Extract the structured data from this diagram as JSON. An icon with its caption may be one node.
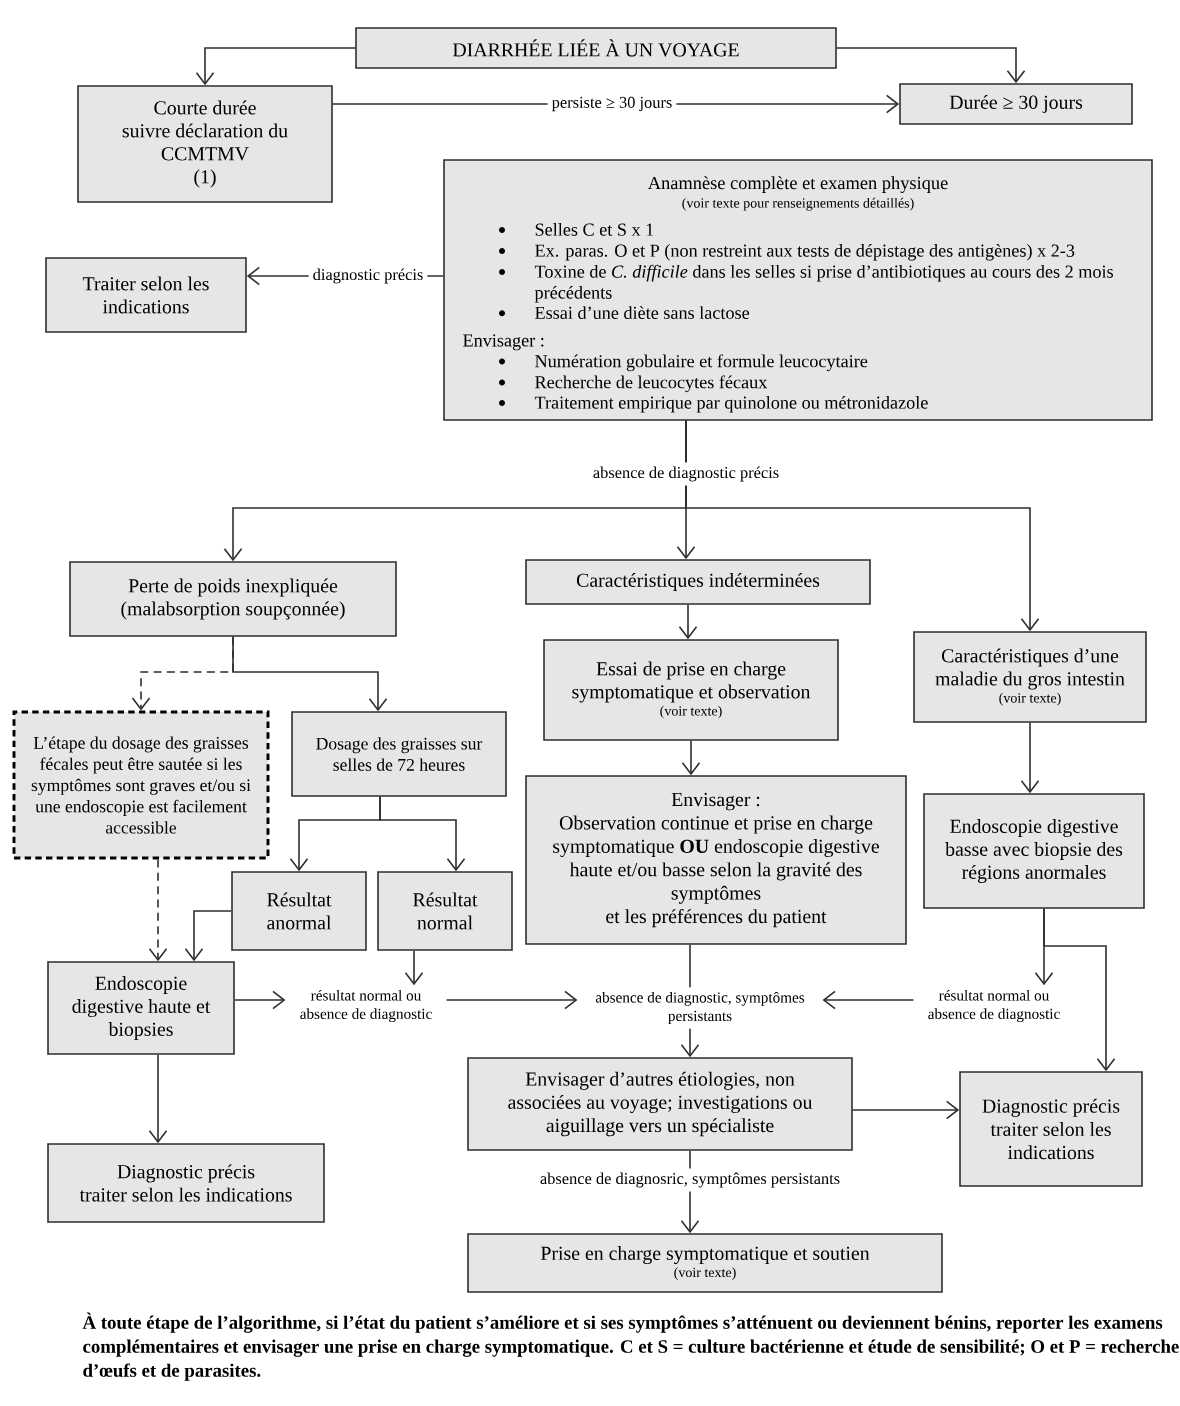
{
  "diagram": {
    "nodes": [
      {
        "text": [
          "DIARRHÉE LIÉE À UN VOYAGE"
        ]
      },
      {
        "text": [
          "Courte durée",
          "suivre déclaration du CCMTMV",
          "(1)"
        ]
      },
      {
        "text": [
          "Durée ≥ 30 jours"
        ]
      },
      {
        "text": [
          "Anamnèse complète et examen physique",
          "(voir texte pour renseignements détaillés)",
          "Selles C et S x 1",
          "Ex. paras. O et P (non restreint aux tests de dépistage des antigènes) x 2-3",
          "Toxine de *C. difficile* dans les selles si prise d’antibiotiques au cours des 2 mois précédents",
          "Essai d’une diète sans lactose",
          "Envisager :",
          "Numération gobulaire et formule leucocytaire",
          "Recherche de leucocytes fécaux",
          "Traitement empirique par quinolone ou métronidazole"
        ]
      },
      {
        "text": [
          "Traiter selon les indications"
        ]
      },
      {
        "text": [
          "Perte de poids inexpliquée (malabsorption soupçonnée)"
        ]
      },
      {
        "text": [
          "Caractéristiques indéterminées"
        ]
      },
      {
        "text": [
          "Caractéristiques d’une maladie du gros intestin",
          "(voir texte)"
        ]
      },
      {
        "text": [
          "Essai de prise en charge symptomatique et observation",
          "(voir texte)"
        ]
      },
      {
        "text": [
          "L’étape du dosage des graisses fécales peut être sautée si les symptômes sont graves et/ou si une endoscopie est facilement accessible"
        ]
      },
      {
        "text": [
          "Dosage des graisses sur selles de 72 heures"
        ]
      },
      {
        "text": [
          "Envisager :",
          "Observation continue et prise en charge symptomatique **OU** endoscopie digestive haute et/ou basse selon la gravité des symptômes",
          "et les préférences du patient"
        ]
      },
      {
        "text": [
          "Endoscopie digestive basse avec biopsie des régions anormales"
        ]
      },
      {
        "text": [
          "Résultat anormal"
        ]
      },
      {
        "text": [
          "Résultat normal"
        ]
      },
      {
        "text": [
          "Endoscopie digestive haute et biopsies"
        ]
      },
      {
        "text": [
          "résultat normal ou absence de diagnostic"
        ]
      },
      {
        "text": [
          "absence de diagnostic, symptômes persistants"
        ]
      },
      {
        "text": [
          "résultat normal ou absence de diagnostic"
        ]
      },
      {
        "text": [
          "Envisager d’autres étiologies, non associées au voyage; investigations ou aiguillage vers un spécialiste"
        ]
      },
      {
        "text": [
          "Diagnostic précis",
          "traiter selon les indications"
        ]
      },
      {
        "text": [
          "Diagnostic précis",
          "traiter selon les indications"
        ]
      },
      {
        "text": [
          "Prise en charge symptomatique et soutien",
          "(voir texte)"
        ]
      }
    ],
    "edges": [
      {
        "from": 0,
        "to": 1,
        "arrow": "to"
      },
      {
        "from": 0,
        "to": 2,
        "arrow": "to"
      },
      {
        "from": 1,
        "to": 2,
        "arrow": "to",
        "label": "persiste ≥ 30 jours"
      },
      {
        "from": 3,
        "to": 4,
        "arrow": "to",
        "label": "diagnostic précis"
      },
      {
        "from": 3,
        "to": 5,
        "arrow": "to"
      },
      {
        "from": 3,
        "to": 6,
        "arrow": "to",
        "label": "absence de diagnostic précis"
      },
      {
        "from": 3,
        "to": 7,
        "arrow": "to"
      },
      {
        "from": 5,
        "to": 9,
        "arrow": "to",
        "style": "dashed"
      },
      {
        "from": 5,
        "to": 10,
        "arrow": "to"
      },
      {
        "from": 6,
        "to": 8,
        "arrow": "to"
      },
      {
        "from": 7,
        "to": 12,
        "arrow": "to"
      },
      {
        "from": 8,
        "to": 11,
        "arrow": "to"
      },
      {
        "from": 10,
        "to": 13,
        "arrow": "to"
      },
      {
        "from": 10,
        "to": 14,
        "arrow": "to"
      },
      {
        "from": 9,
        "to": 15,
        "arrow": "to",
        "style": "dashed"
      },
      {
        "from": 13,
        "to": 15,
        "arrow": "to"
      },
      {
        "from": 14,
        "to": 16,
        "arrow": "to"
      },
      {
        "from": 15,
        "to": 16,
        "arrow": "to"
      },
      {
        "from": 16,
        "to": 17,
        "arrow": "to"
      },
      {
        "from": 11,
        "to": 17,
        "arrow": "none"
      },
      {
        "from": 12,
        "to": 18,
        "arrow": "to"
      },
      {
        "from": 12,
        "to": 20,
        "arrow": "to"
      },
      {
        "from": 18,
        "to": 17,
        "arrow": "to"
      },
      {
        "from": 17,
        "to": 19,
        "arrow": "to"
      },
      {
        "from": 19,
        "to": 20,
        "arrow": "to"
      },
      {
        "from": 19,
        "to": 22,
        "arrow": "to",
        "label": "absence de diagnosric, symptômes persistants"
      },
      {
        "from": 15,
        "to": 21,
        "arrow": "to"
      }
    ],
    "caption": "À toute étape de l’algorithme, si l’état du patient s’améliore et si ses symptômes s’atténuent ou deviennent bénins, reporter les examens complémentaires et envisager une prise en charge symptomatique. C et S = culture bactérienne et étude de sensibilité; O et P = recherche d’œufs et de parasites."
  }
}
